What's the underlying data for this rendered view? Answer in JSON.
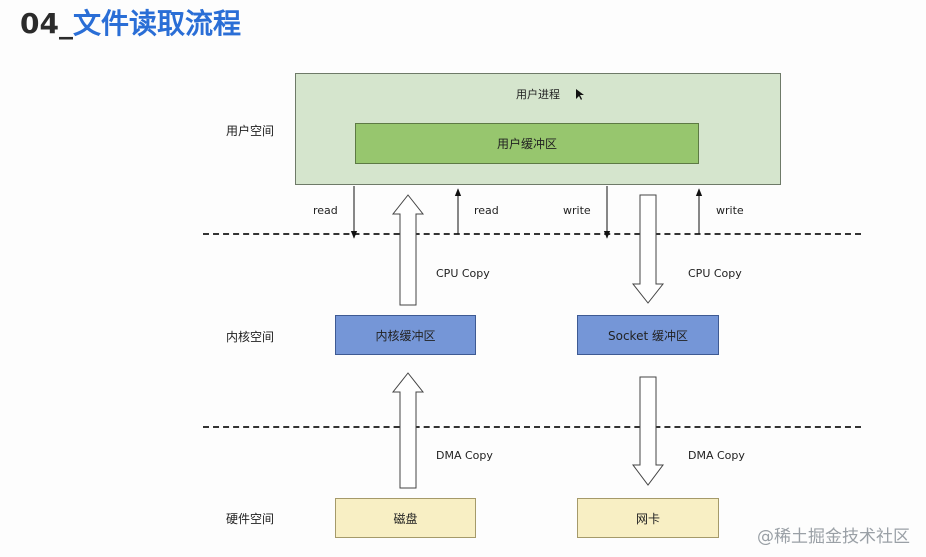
{
  "title": {
    "number": "04_",
    "text": "文件读取流程"
  },
  "zones": {
    "user": "用户空间",
    "kernel": "内核空间",
    "hardware": "硬件空间"
  },
  "boxes": {
    "user_process": "用户进程",
    "user_buffer": "用户缓冲区",
    "kernel_buffer": "内核缓冲区",
    "socket_buffer": "Socket 缓冲区",
    "disk": "磁盘",
    "nic": "网卡"
  },
  "labels": {
    "read_left": "read",
    "read_right": "read",
    "write_left": "write",
    "write_right": "write",
    "cpu_copy_left": "CPU  Copy",
    "cpu_copy_right": "CPU  Copy",
    "dma_copy_left": "DMA  Copy",
    "dma_copy_right": "DMA  Copy"
  },
  "watermark": "@稀土掘金技术社区",
  "colors": {
    "user_process_fill": "#d5e5cd",
    "user_buffer_fill": "#97c66e",
    "kernel_buffer_fill": "#7596d7",
    "hardware_fill": "#f8efc4",
    "title_accent": "#2a6ed6"
  }
}
